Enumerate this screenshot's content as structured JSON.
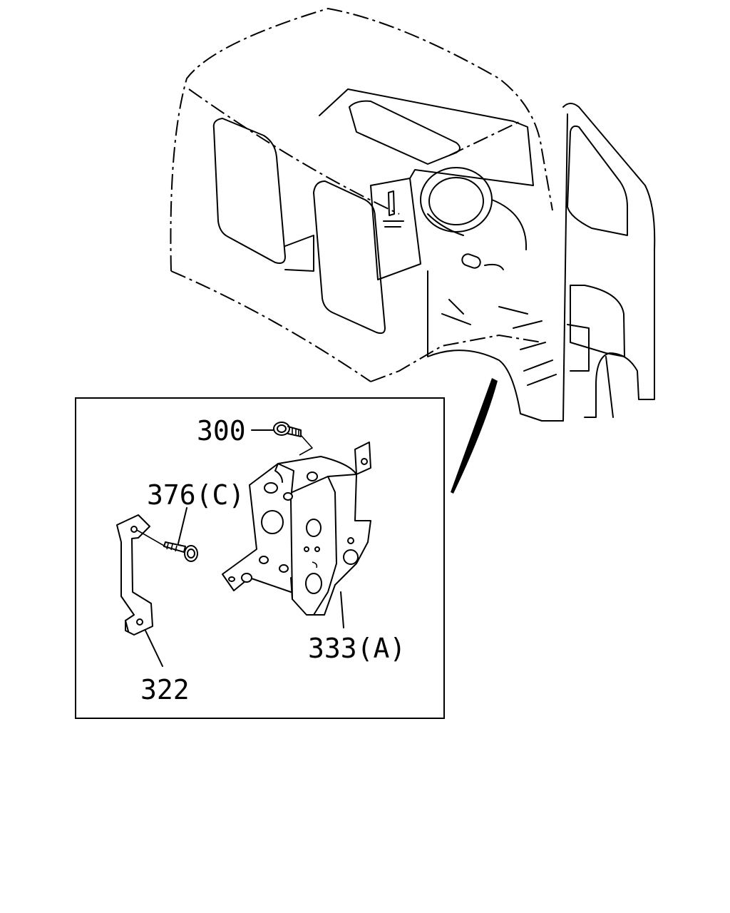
{
  "callouts": {
    "bolt_top": "300",
    "bolt_side": "376(C)",
    "bracket_main": "333(A)",
    "bracket_side": "322"
  },
  "icons": [
    "cab-overview-illustration",
    "detail-inset",
    "pointer-wedge"
  ]
}
